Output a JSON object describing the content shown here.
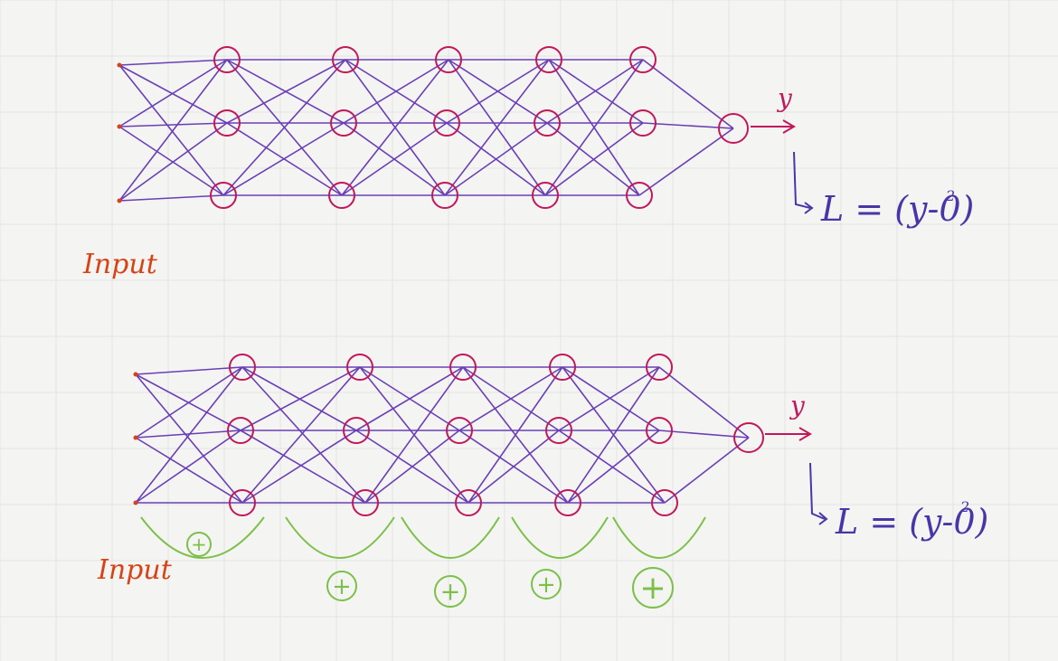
{
  "colors": {
    "edge": "#6a3fb5",
    "node": "#c2185b",
    "input_label": "#d84315",
    "equation": "#4a35a8",
    "bracket": "#7cc04a",
    "grid": "#e3e3e3"
  },
  "top_network": {
    "input_label": "Input",
    "output_label": "y",
    "loss_equation": "L = (y-0)",
    "exponent": "2",
    "hidden_layers": 5,
    "nodes_per_layer": 3,
    "inputs": 3
  },
  "bottom_network": {
    "input_label": "Input",
    "output_label": "y",
    "loss_equation": "L = (y-0)",
    "exponent": "2",
    "hidden_layers": 5,
    "nodes_per_layer": 3,
    "inputs": 3,
    "residual_symbol": "+",
    "residual_count": 5
  }
}
